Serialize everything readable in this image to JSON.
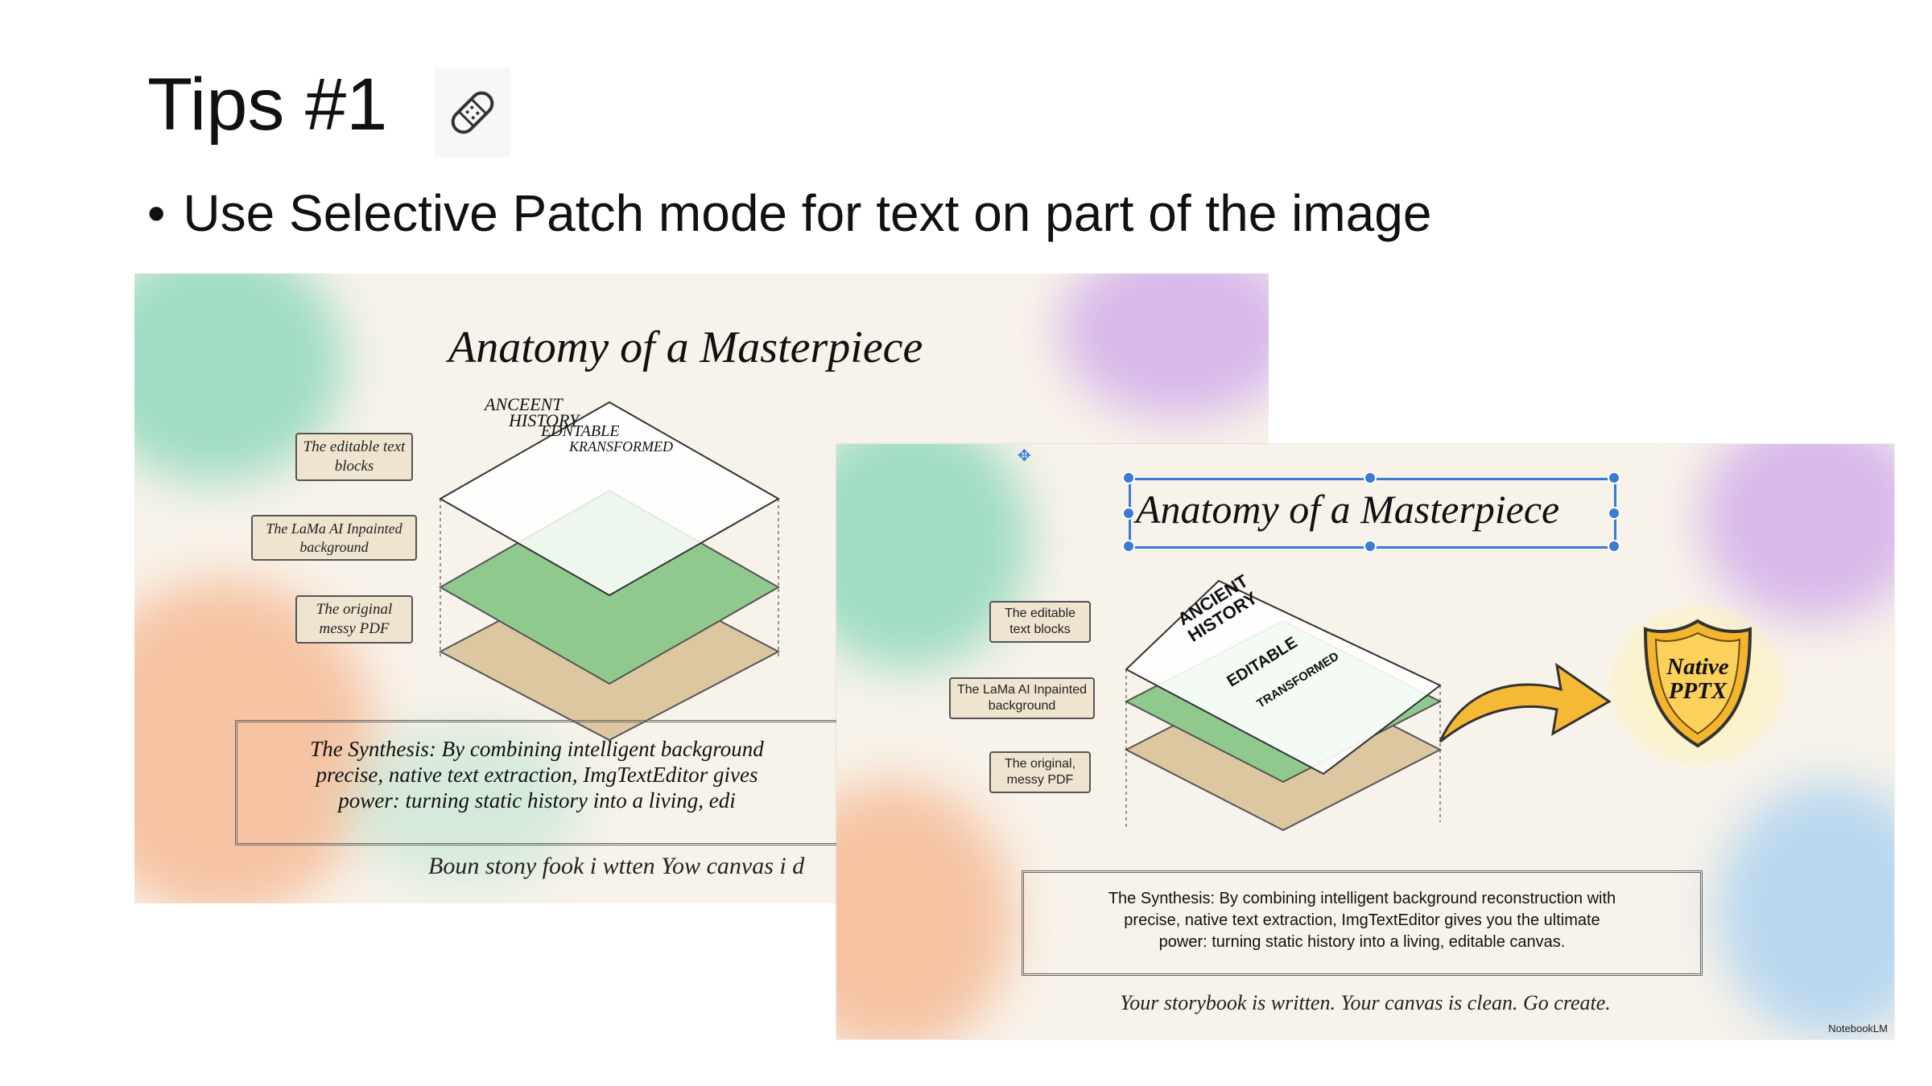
{
  "slide_title": "Tips #1",
  "patch_icon": "bandage-icon",
  "bullet": "Use Selective Patch mode for text on part of the image",
  "before_image": {
    "title": "Anatomy of a Masterpiece",
    "garbled_layer_text": [
      "ANCEENT",
      "HISTORY",
      "EDNTABLE",
      "KRANSFORMED"
    ],
    "labels": [
      "The editable text blocks",
      "The LaMa AI Inpainted background",
      "The original messy PDF"
    ],
    "synthesis": [
      "The Synthesis: By combining intelligent background",
      "precise, native text extraction, ImgTextEditor gives",
      "power: turning static history into a living, edi"
    ],
    "footer": "Boun stony fook i wtten Yow canvas i d"
  },
  "after_image": {
    "title": "Anatomy of a Masterpiece",
    "layer_text": [
      "ANCIENT",
      "HISTORY",
      "EDITABLE",
      "TRANSFORMED"
    ],
    "labels": [
      "The editable text blocks",
      "The LaMa AI Inpainted background",
      "The original, messy PDF"
    ],
    "badge": [
      "Native",
      "PPTX"
    ],
    "synthesis": [
      "The Synthesis: By combining intelligent background reconstruction with",
      "precise, native text extraction, ImgTextEditor gives you the ultimate",
      "power: turning static history into a living, editable canvas."
    ],
    "footer": "Your storybook is written. Your canvas is clean. Go create.",
    "brand": "NotebookLM",
    "selection_color": "#3a7bd5"
  }
}
